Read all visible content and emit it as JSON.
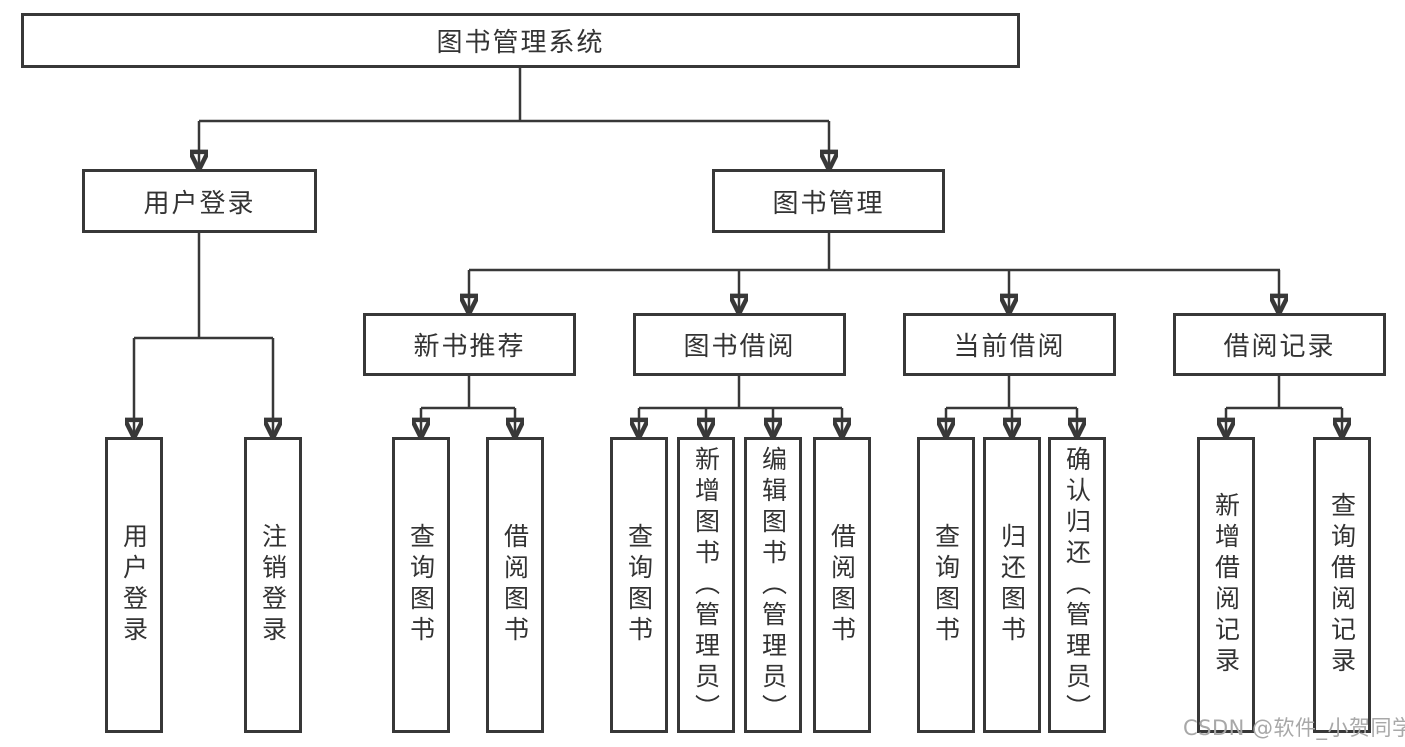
{
  "tree": {
    "root": {
      "label": "图书管理系统"
    },
    "level2": [
      {
        "label": "用户登录",
        "children": [
          {
            "label": "用户登录"
          },
          {
            "label": "注销登录"
          }
        ]
      },
      {
        "label": "图书管理",
        "children": [
          {
            "label": "新书推荐",
            "children": [
              {
                "label": "查询图书"
              },
              {
                "label": "借阅图书"
              }
            ]
          },
          {
            "label": "图书借阅",
            "children": [
              {
                "label": "查询图书"
              },
              {
                "label": "新增图书（管理员）"
              },
              {
                "label": "编辑图书（管理员）"
              },
              {
                "label": "借阅图书"
              }
            ]
          },
          {
            "label": "当前借阅",
            "children": [
              {
                "label": "查询图书"
              },
              {
                "label": "归还图书"
              },
              {
                "label": "确认归还（管理员）"
              }
            ]
          },
          {
            "label": "借阅记录",
            "children": [
              {
                "label": "新增借阅记录"
              },
              {
                "label": "查询借阅记录"
              }
            ]
          }
        ]
      }
    ]
  },
  "watermark": {
    "text": "CSDN @软件_小贺同学"
  },
  "colors": {
    "line": "#383838",
    "box_border": "#383838",
    "text": "#333333",
    "watermark": "#a8a8a8",
    "background": "#ffffff"
  }
}
